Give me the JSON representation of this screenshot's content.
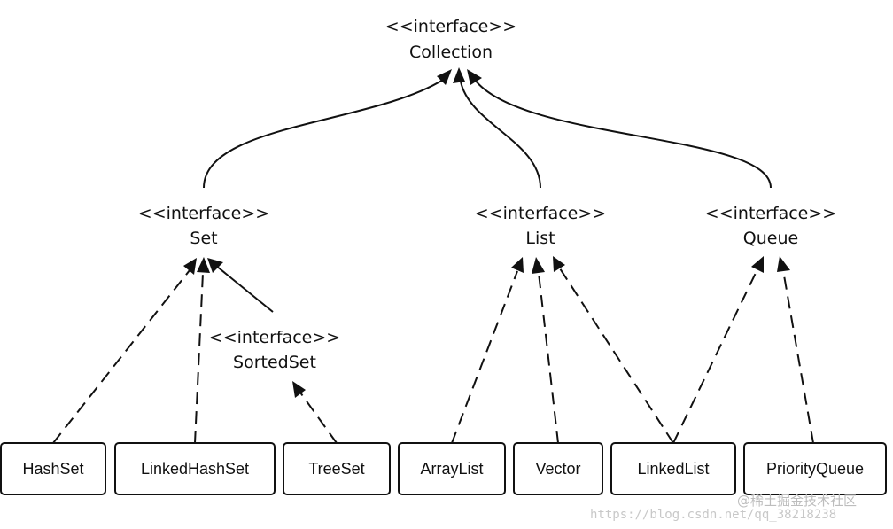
{
  "stereotype": "<<interface>>",
  "interfaces": {
    "collection": "Collection",
    "set": "Set",
    "sorted_set": "SortedSet",
    "list": "List",
    "queue": "Queue"
  },
  "classes": {
    "hashset": "HashSet",
    "linkedhashset": "LinkedHashSet",
    "treeset": "TreeSet",
    "arraylist": "ArrayList",
    "vector": "Vector",
    "linkedlist": "LinkedList",
    "priorityqueue": "PriorityQueue"
  },
  "watermark": {
    "url": "https://blog.csdn.net/qq_38218238",
    "community": "@稀土掘金技术社区"
  }
}
